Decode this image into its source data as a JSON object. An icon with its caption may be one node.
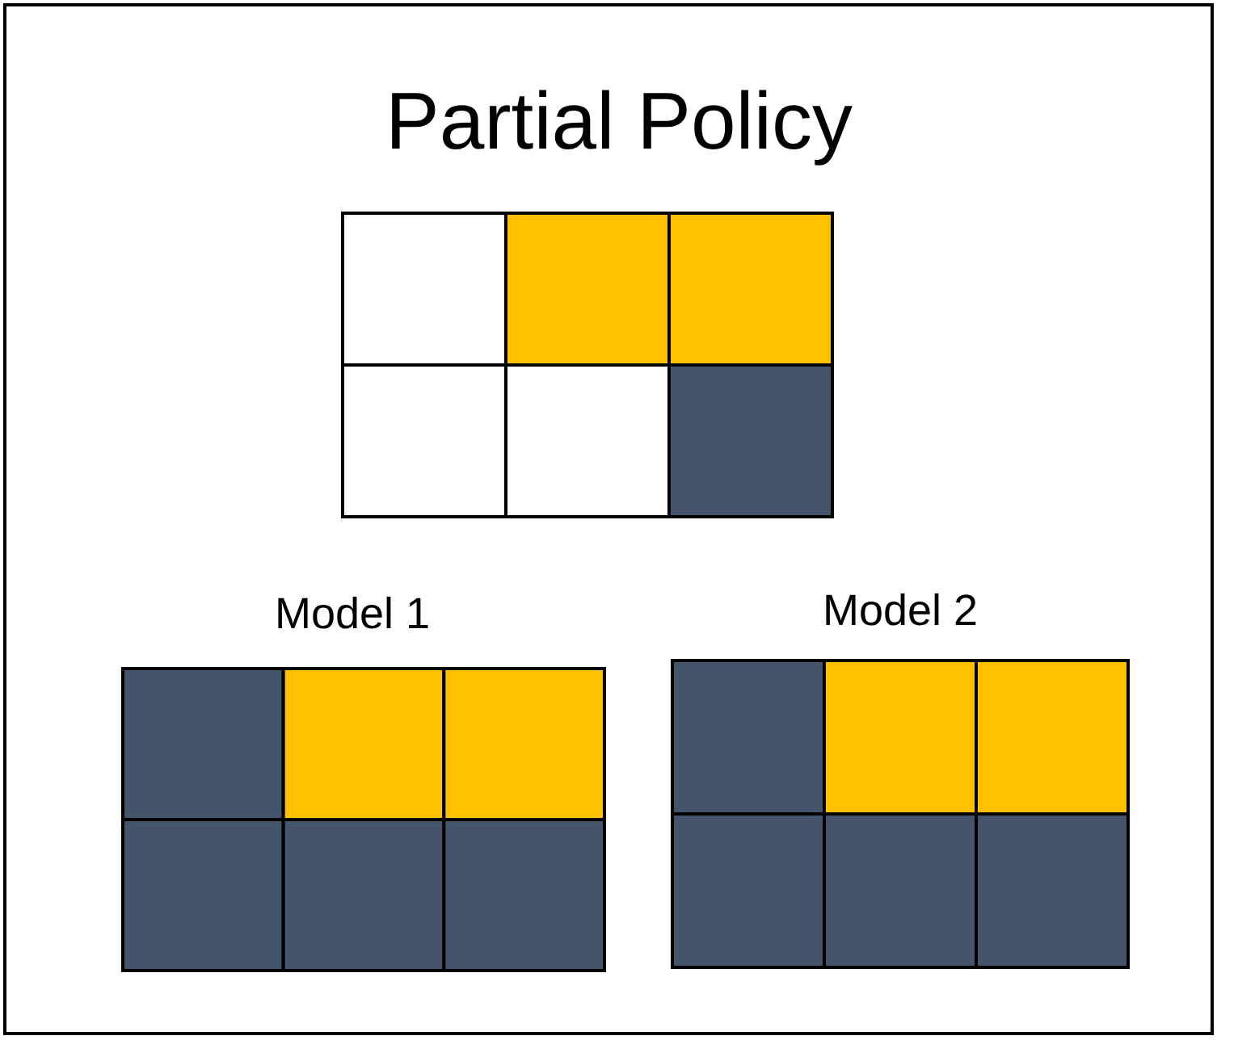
{
  "diagram": {
    "title": "Partial Policy",
    "labels": [
      "Model 1",
      "Model 2"
    ]
  }
}
